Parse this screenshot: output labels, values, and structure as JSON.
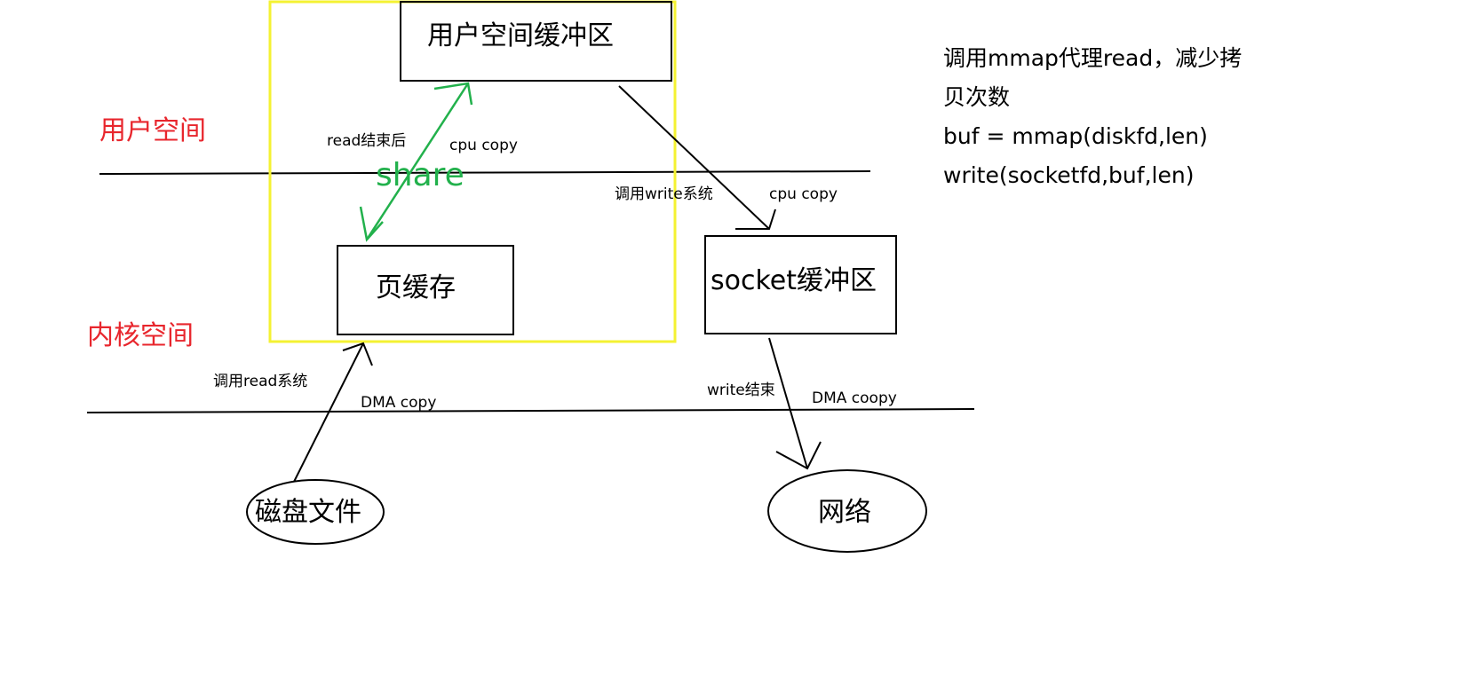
{
  "colors": {
    "ink": "#000000",
    "region_label": "#e8262d",
    "highlight_frame": "#f4f232",
    "share_arrow": "#22b14c"
  },
  "regions": {
    "user_space": "用户空间",
    "kernel_space": "内核空间"
  },
  "nodes": {
    "user_buffer": "用户空间缓冲区",
    "page_cache": "页缓存",
    "socket_buffer": "socket缓冲区",
    "disk_file": "磁盘文件",
    "network": "网络"
  },
  "edge_labels": {
    "read_done": "read结束后",
    "share": "share",
    "cpu_copy_left": "cpu copy",
    "call_write": "调用write系统",
    "cpu_copy_right": "cpu copy",
    "call_read": "调用read系统",
    "dma_copy": "DMA copy",
    "write_done": "write结束",
    "dma_coopy": "DMA coopy"
  },
  "notes": {
    "line1": "调用mmap代理read，减少拷",
    "line2": "贝次数",
    "line3": "buf = mmap(diskfd,len)",
    "line4": "write(socketfd,buf,len)"
  }
}
